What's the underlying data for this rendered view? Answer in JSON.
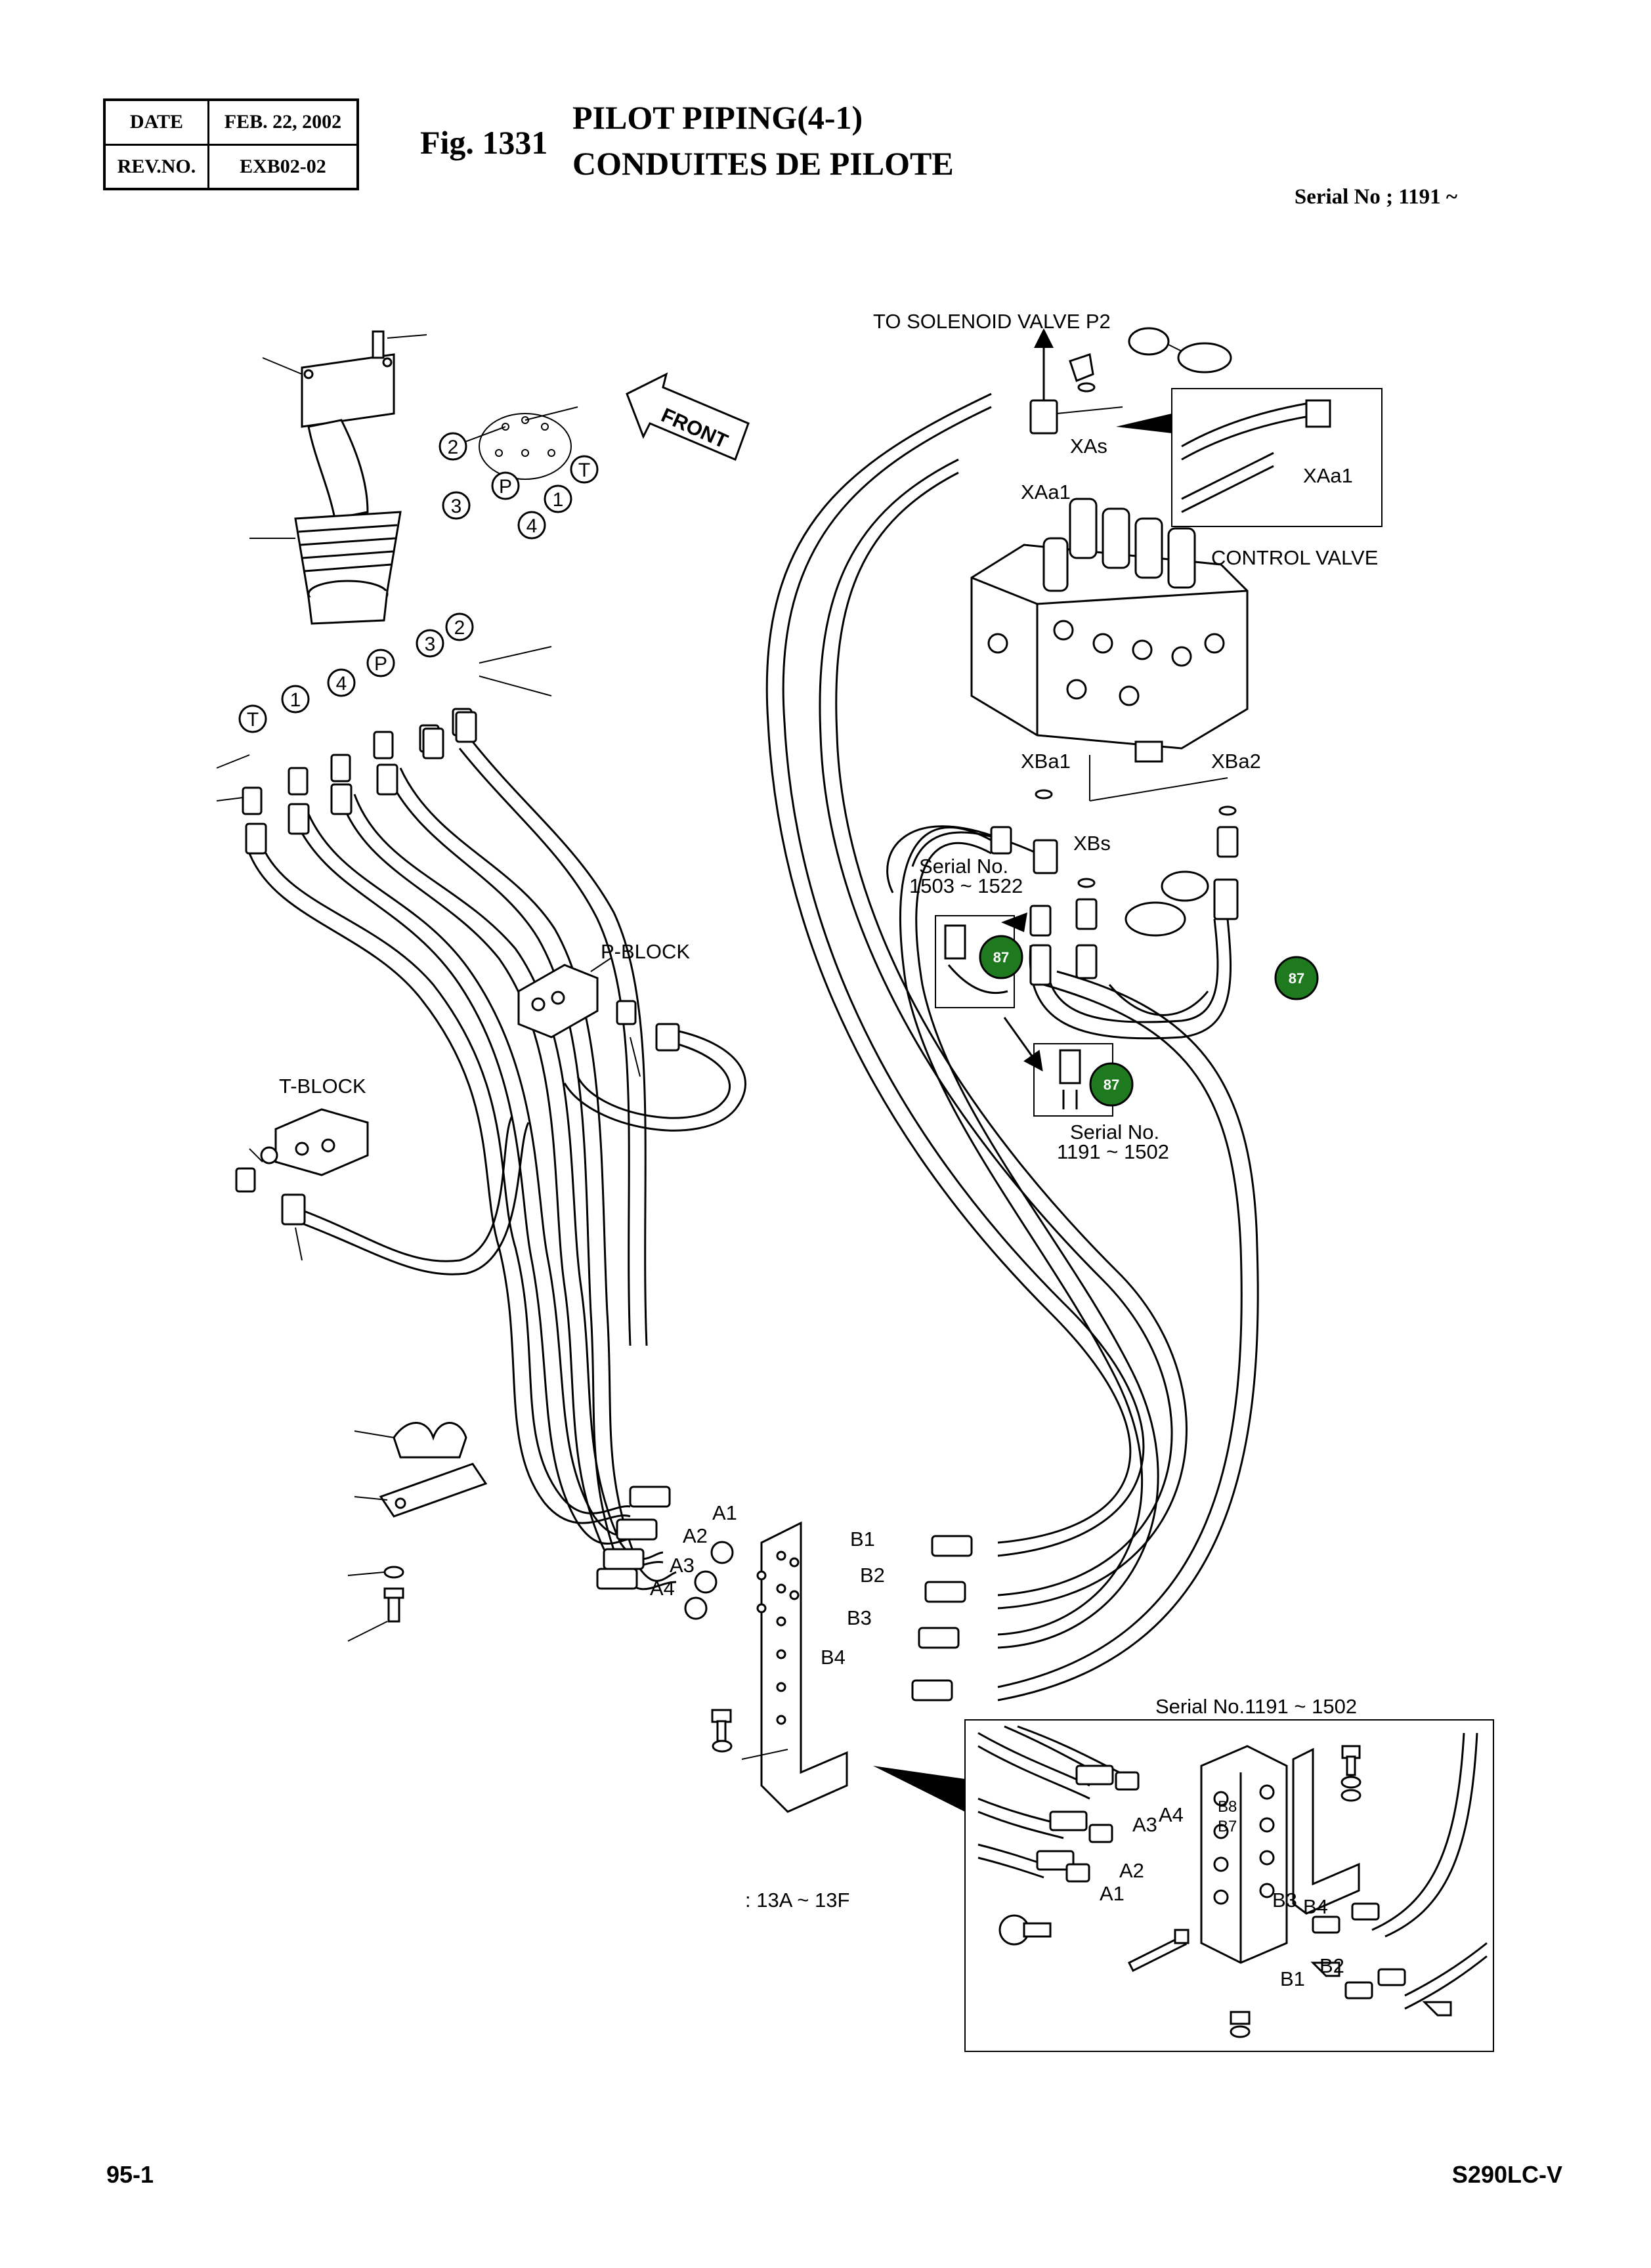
{
  "header": {
    "date_label": "DATE",
    "date_value": "FEB. 22, 2002",
    "rev_label": "REV.NO.",
    "rev_value": "EXB02-02"
  },
  "figure": {
    "number": "Fig. 1331",
    "title_en": "PILOT PIPING(4-1)",
    "title_fr": "CONDUITES DE PILOTE",
    "serial": "Serial No ; 1191 ~"
  },
  "labels": {
    "to_solenoid": "TO SOLENOID VALVE P2",
    "front": "FRONT",
    "xas": "XAs",
    "xaa1_main": "XAa1",
    "xaa1_inset": "XAa1",
    "control_valve": "CONTROL VALVE",
    "xba1": "XBa1",
    "xba2": "XBa2",
    "xbs": "XBs",
    "serial_1503_a": "Serial No.",
    "serial_1503_b": "1503 ~ 1522",
    "serial_1191_a": "Serial No.",
    "serial_1191_b": "1191 ~ 1502",
    "p_block": "P-BLOCK",
    "t_block": "T-BLOCK",
    "a1": "A1",
    "a2": "A2",
    "a3": "A3",
    "a4": "A4",
    "b1": "B1",
    "b2": "B2",
    "b3": "B3",
    "b4": "B4",
    "kit_ref": ": 13A ~ 13F",
    "inset_serial": "Serial No.1191 ~ 1502",
    "in_a1": "A1",
    "in_a2": "A2",
    "in_a3": "A3",
    "in_a4": "A4",
    "in_b1": "B1",
    "in_b2": "B2",
    "in_b3": "B3",
    "in_b4": "B4",
    "in_b7": "B7",
    "in_b8": "B8"
  },
  "port_circles": {
    "c2": "2",
    "cP": "P",
    "c3": "3",
    "c4": "4",
    "c1": "1",
    "cT": "T",
    "d3": "3",
    "d2": "2",
    "dP": "P",
    "d4": "4",
    "d1": "1",
    "dT": "T"
  },
  "badges": {
    "b87a": "87",
    "b87b": "87",
    "b87c": "87"
  },
  "footer": {
    "page": "95-1",
    "model": "S290LC-V"
  },
  "colors": {
    "badge_fill": "#1f7a1f",
    "line": "#000000",
    "paper": "#ffffff"
  }
}
